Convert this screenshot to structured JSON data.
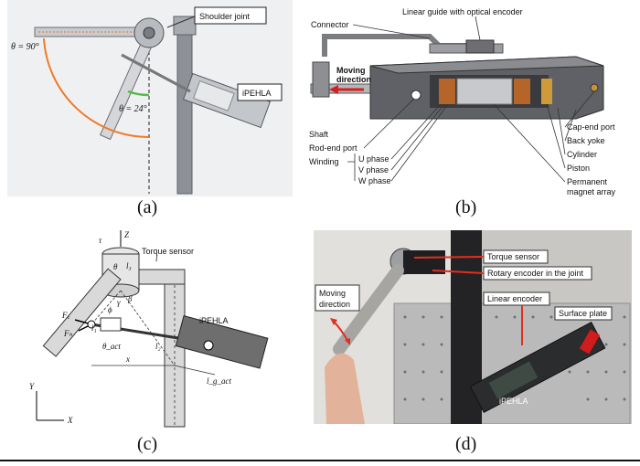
{
  "panels": {
    "a": {
      "caption": "(a)",
      "shoulder_label": "Shoulder joint",
      "ipehla_label": "iPEHLA",
      "theta_90": "θ = 90°",
      "theta_24": "θ = 24°",
      "colors": {
        "arc_orange": "#f07a28",
        "arc_green": "#58b84a",
        "bg": "#eef0f2"
      }
    },
    "b": {
      "caption": "(b)",
      "labels": {
        "linear_guide": "Linear guide with optical encoder",
        "connector": "Connector",
        "moving": "Moving",
        "direction": "direction",
        "shaft": "Shaft",
        "rod_end_port": "Rod-end port",
        "winding": "Winding",
        "u_phase": "U phase",
        "v_phase": "V phase",
        "w_phase": "W phase",
        "cap_end_port": "Cap-end port",
        "back_yoke": "Back yoke",
        "cylinder": "Cylinder",
        "piston": "Piston",
        "pm_array_1": "Permanent",
        "pm_array_2": "magnet array"
      },
      "colors": {
        "arrow_red": "#d42020",
        "coil": "#b5652a"
      }
    },
    "c": {
      "caption": "(c)",
      "labels": {
        "torque_sensor": "Torque sensor",
        "ipehla": "iPEHLA",
        "tau": "τ",
        "Z": "Z",
        "theta": "θ",
        "beta": "β",
        "phi": "ϕ",
        "gamma": "γ",
        "l3": "l₃",
        "l": "l",
        "l1": "l₁",
        "l2": "l₂",
        "fc": "F꜀",
        "fh": "Fₕ",
        "theta_act": "θ_act",
        "x": "x",
        "lg_act": "l_g_act",
        "Y": "Y",
        "X": "X"
      }
    },
    "d": {
      "caption": "(d)",
      "labels": {
        "moving": "Moving",
        "direction": "direction",
        "torque_sensor": "Torque sensor",
        "rotary_encoder": "Rotary encoder in the joint",
        "linear_encoder": "Linear encoder",
        "surface_plate": "Surface plate",
        "ipehla": "iPEHLA"
      },
      "colors": {
        "arrow_red": "#e03020"
      }
    }
  }
}
